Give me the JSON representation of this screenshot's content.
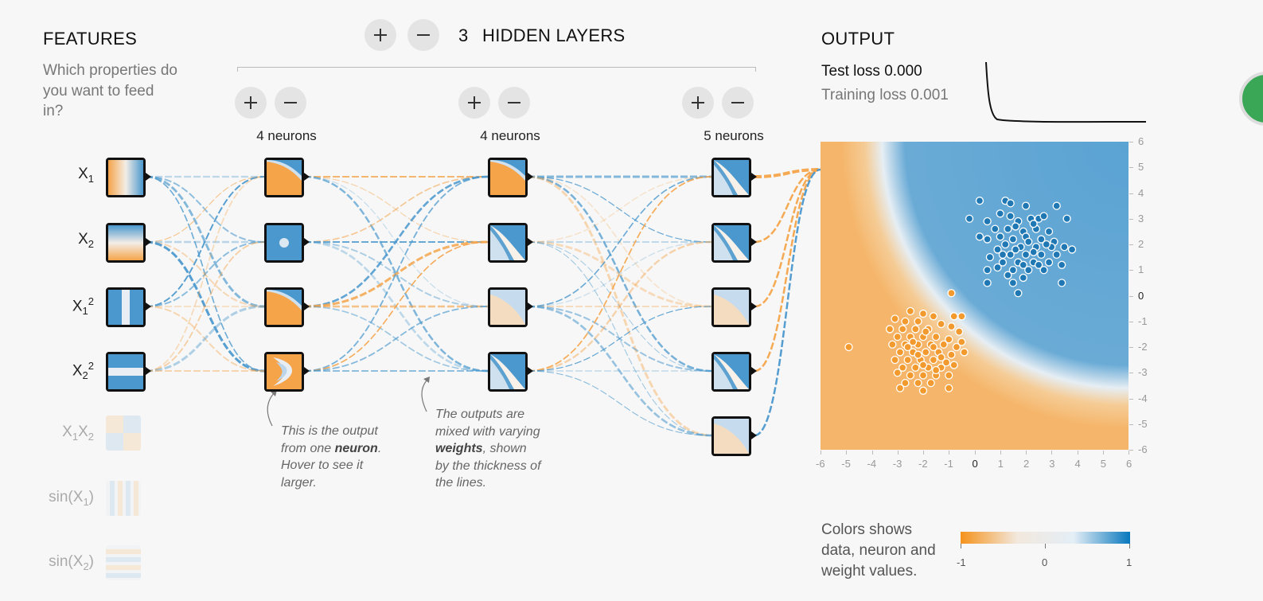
{
  "features": {
    "title": "FEATURES",
    "question": "Which properties do you want to feed in?",
    "inputs": [
      {
        "base": "X",
        "sub": "1",
        "sup": "",
        "active": true
      },
      {
        "base": "X",
        "sub": "2",
        "sup": "",
        "active": true
      },
      {
        "base": "X",
        "sub": "1",
        "sup": "2",
        "active": true
      },
      {
        "base": "X",
        "sub": "2",
        "sup": "2",
        "active": true
      },
      {
        "base": "X",
        "sub": "1",
        "base2": "X",
        "sub2": "2",
        "active": false
      },
      {
        "base": "sin(X",
        "sub": "1",
        "tail": ")",
        "active": false
      },
      {
        "base": "sin(X",
        "sub": "2",
        "tail": ")",
        "active": false
      }
    ]
  },
  "hidden": {
    "count": "3",
    "label": "HIDDEN LAYERS",
    "layers": [
      {
        "neurons_label": "4 neurons"
      },
      {
        "neurons_label": "4 neurons"
      },
      {
        "neurons_label": "5 neurons"
      }
    ]
  },
  "annotations": {
    "neuron_note": [
      "This is the output",
      "from one ",
      "neuron",
      ". ",
      "Hover to see it",
      "larger."
    ],
    "weights_note": [
      "The outputs are",
      "mixed with varying",
      "weights",
      ", shown",
      "by the thickness of",
      "the lines."
    ]
  },
  "output": {
    "title": "OUTPUT",
    "test_loss": "Test loss 0.000",
    "training_loss": "Training loss 0.001",
    "axis_ticks": [
      "-6",
      "-5",
      "-4",
      "-3",
      "-2",
      "-1",
      "0",
      "1",
      "2",
      "3",
      "4",
      "5",
      "6"
    ],
    "legend_text": "Colors shows data, neuron and weight values.",
    "legend_ticks": [
      "-1",
      "0",
      "1"
    ]
  },
  "colors": {
    "orange": "#f5a44a",
    "blue": "#4a98cd",
    "orange_light": "#f4d6b1",
    "blue_light": "#bfd7eb"
  },
  "chart_data": {
    "type": "scatter",
    "xlim": [
      -6,
      6
    ],
    "ylim": [
      -6,
      6
    ],
    "series": [
      {
        "values": "cluster centred near (2.2, 2.0)",
        "class": "blue"
      },
      {
        "values": "cluster centred near (-2.0, -2.3)",
        "class": "orange"
      }
    ],
    "points_blue": [
      [
        0.2,
        3.7
      ],
      [
        1.2,
        3.7
      ],
      [
        1.4,
        3.6
      ],
      [
        2.0,
        3.5
      ],
      [
        3.2,
        3.5
      ],
      [
        1.0,
        3.2
      ],
      [
        1.4,
        3.1
      ],
      [
        2.5,
        3.0
      ],
      [
        3.6,
        3.0
      ],
      [
        -0.2,
        3.0
      ],
      [
        0.5,
        2.9
      ],
      [
        1.7,
        2.9
      ],
      [
        2.2,
        3.0
      ],
      [
        2.7,
        3.1
      ],
      [
        1.3,
        2.6
      ],
      [
        1.9,
        2.5
      ],
      [
        2.4,
        2.6
      ],
      [
        2.9,
        2.5
      ],
      [
        0.2,
        2.3
      ],
      [
        0.5,
        2.2
      ],
      [
        1.0,
        2.3
      ],
      [
        1.5,
        2.2
      ],
      [
        2.0,
        2.3
      ],
      [
        2.6,
        2.2
      ],
      [
        3.1,
        2.1
      ],
      [
        1.2,
        2.0
      ],
      [
        1.8,
        1.9
      ],
      [
        2.4,
        1.9
      ],
      [
        3.0,
        1.9
      ],
      [
        3.5,
        1.9
      ],
      [
        3.8,
        1.8
      ],
      [
        0.9,
        1.8
      ],
      [
        1.4,
        1.6
      ],
      [
        2.0,
        1.6
      ],
      [
        2.6,
        1.6
      ],
      [
        3.2,
        1.6
      ],
      [
        0.6,
        1.5
      ],
      [
        1.1,
        1.3
      ],
      [
        1.7,
        1.3
      ],
      [
        2.3,
        1.3
      ],
      [
        2.9,
        1.3
      ],
      [
        3.4,
        1.2
      ],
      [
        0.9,
        1.1
      ],
      [
        1.5,
        1.0
      ],
      [
        2.1,
        1.0
      ],
      [
        2.7,
        1.0
      ],
      [
        0.5,
        1.0
      ],
      [
        1.3,
        0.8
      ],
      [
        1.9,
        0.7
      ],
      [
        1.5,
        0.5
      ],
      [
        0.5,
        0.5
      ],
      [
        3.4,
        0.5
      ],
      [
        1.7,
        0.1
      ],
      [
        2.3,
        2.8
      ],
      [
        1.6,
        2.7
      ],
      [
        2.1,
        2.1
      ],
      [
        2.8,
        2.0
      ],
      [
        1.6,
        1.8
      ],
      [
        2.3,
        1.7
      ],
      [
        1.9,
        1.2
      ],
      [
        2.5,
        1.2
      ],
      [
        1.1,
        1.6
      ],
      [
        0.8,
        2.6
      ]
    ],
    "points_orange": [
      [
        -0.9,
        0.1
      ],
      [
        -2.5,
        -0.6
      ],
      [
        -2.0,
        -0.7
      ],
      [
        -3.1,
        -0.9
      ],
      [
        -1.6,
        -0.8
      ],
      [
        -0.8,
        -0.8
      ],
      [
        -0.5,
        -0.8
      ],
      [
        -2.7,
        -1.0
      ],
      [
        -2.2,
        -1.0
      ],
      [
        -1.3,
        -1.1
      ],
      [
        -3.3,
        -1.3
      ],
      [
        -2.8,
        -1.3
      ],
      [
        -2.3,
        -1.3
      ],
      [
        -1.8,
        -1.3
      ],
      [
        -0.9,
        -1.2
      ],
      [
        -0.6,
        -1.4
      ],
      [
        -3.0,
        -1.6
      ],
      [
        -2.5,
        -1.6
      ],
      [
        -2.0,
        -1.6
      ],
      [
        -1.5,
        -1.6
      ],
      [
        -1.0,
        -1.7
      ],
      [
        -0.5,
        -1.8
      ],
      [
        -3.2,
        -1.9
      ],
      [
        -2.7,
        -1.9
      ],
      [
        -2.2,
        -1.9
      ],
      [
        -1.7,
        -1.9
      ],
      [
        -1.2,
        -1.9
      ],
      [
        -0.7,
        -2.0
      ],
      [
        -2.9,
        -2.2
      ],
      [
        -2.4,
        -2.2
      ],
      [
        -1.9,
        -2.2
      ],
      [
        -1.4,
        -2.2
      ],
      [
        -0.9,
        -2.3
      ],
      [
        -0.4,
        -2.2
      ],
      [
        -3.1,
        -2.5
      ],
      [
        -2.6,
        -2.5
      ],
      [
        -2.1,
        -2.5
      ],
      [
        -1.6,
        -2.5
      ],
      [
        -1.1,
        -2.6
      ],
      [
        -2.8,
        -2.8
      ],
      [
        -2.3,
        -2.8
      ],
      [
        -1.8,
        -2.8
      ],
      [
        -1.3,
        -2.8
      ],
      [
        -0.8,
        -2.7
      ],
      [
        -3.0,
        -3.0
      ],
      [
        -2.5,
        -3.1
      ],
      [
        -2.0,
        -3.1
      ],
      [
        -1.5,
        -3.1
      ],
      [
        -1.0,
        -3.1
      ],
      [
        -2.7,
        -3.4
      ],
      [
        -2.2,
        -3.4
      ],
      [
        -1.7,
        -3.4
      ],
      [
        -2.9,
        -3.6
      ],
      [
        -2.0,
        -3.7
      ],
      [
        -1.0,
        -3.6
      ],
      [
        -4.9,
        -2.0
      ],
      [
        -2.4,
        -1.8
      ],
      [
        -1.6,
        -2.0
      ],
      [
        -2.0,
        -2.7
      ],
      [
        -1.3,
        -2.4
      ],
      [
        -2.6,
        -2.0
      ],
      [
        -1.9,
        -1.4
      ],
      [
        -2.2,
        -2.3
      ],
      [
        -1.5,
        -2.9
      ]
    ]
  }
}
